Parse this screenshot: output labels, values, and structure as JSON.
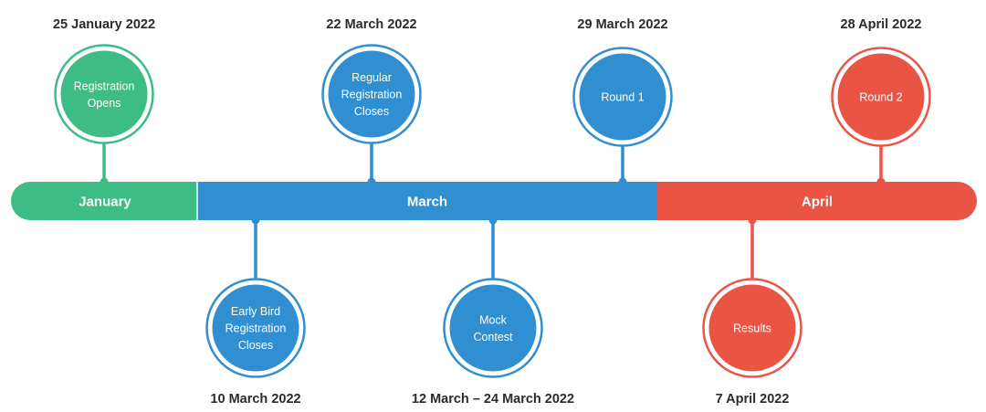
{
  "colors": {
    "green": "#3dbd85",
    "blue": "#2f8fd0",
    "red": "#ea5444",
    "text": "#2b2b2b"
  },
  "months": [
    {
      "id": "january",
      "label": "January",
      "color": "green"
    },
    {
      "id": "march",
      "label": "March",
      "color": "blue"
    },
    {
      "id": "april",
      "label": "April",
      "color": "red"
    }
  ],
  "events": [
    {
      "id": "registration-opens",
      "lines": [
        "Registration",
        "Opens"
      ],
      "date": "25 January 2022",
      "color": "green",
      "side": "top"
    },
    {
      "id": "early-bird-registration-closes",
      "lines": [
        "Early Bird",
        "Registration",
        "Closes"
      ],
      "date": "10 March 2022",
      "color": "blue",
      "side": "bottom"
    },
    {
      "id": "regular-registration-closes",
      "lines": [
        "Regular",
        "Registration",
        "Closes"
      ],
      "date": "22 March 2022",
      "color": "blue",
      "side": "top"
    },
    {
      "id": "mock-contest",
      "lines": [
        "Mock",
        "Contest"
      ],
      "date": "12 March – 24 March 2022",
      "color": "blue",
      "side": "bottom"
    },
    {
      "id": "round-1",
      "lines": [
        "Round 1"
      ],
      "date": "29 March 2022",
      "color": "blue",
      "side": "top"
    },
    {
      "id": "results",
      "lines": [
        "Results"
      ],
      "date": "7 April 2022",
      "color": "red",
      "side": "bottom"
    },
    {
      "id": "round-2",
      "lines": [
        "Round 2"
      ],
      "date": "28 April 2022",
      "color": "red",
      "side": "top"
    }
  ]
}
